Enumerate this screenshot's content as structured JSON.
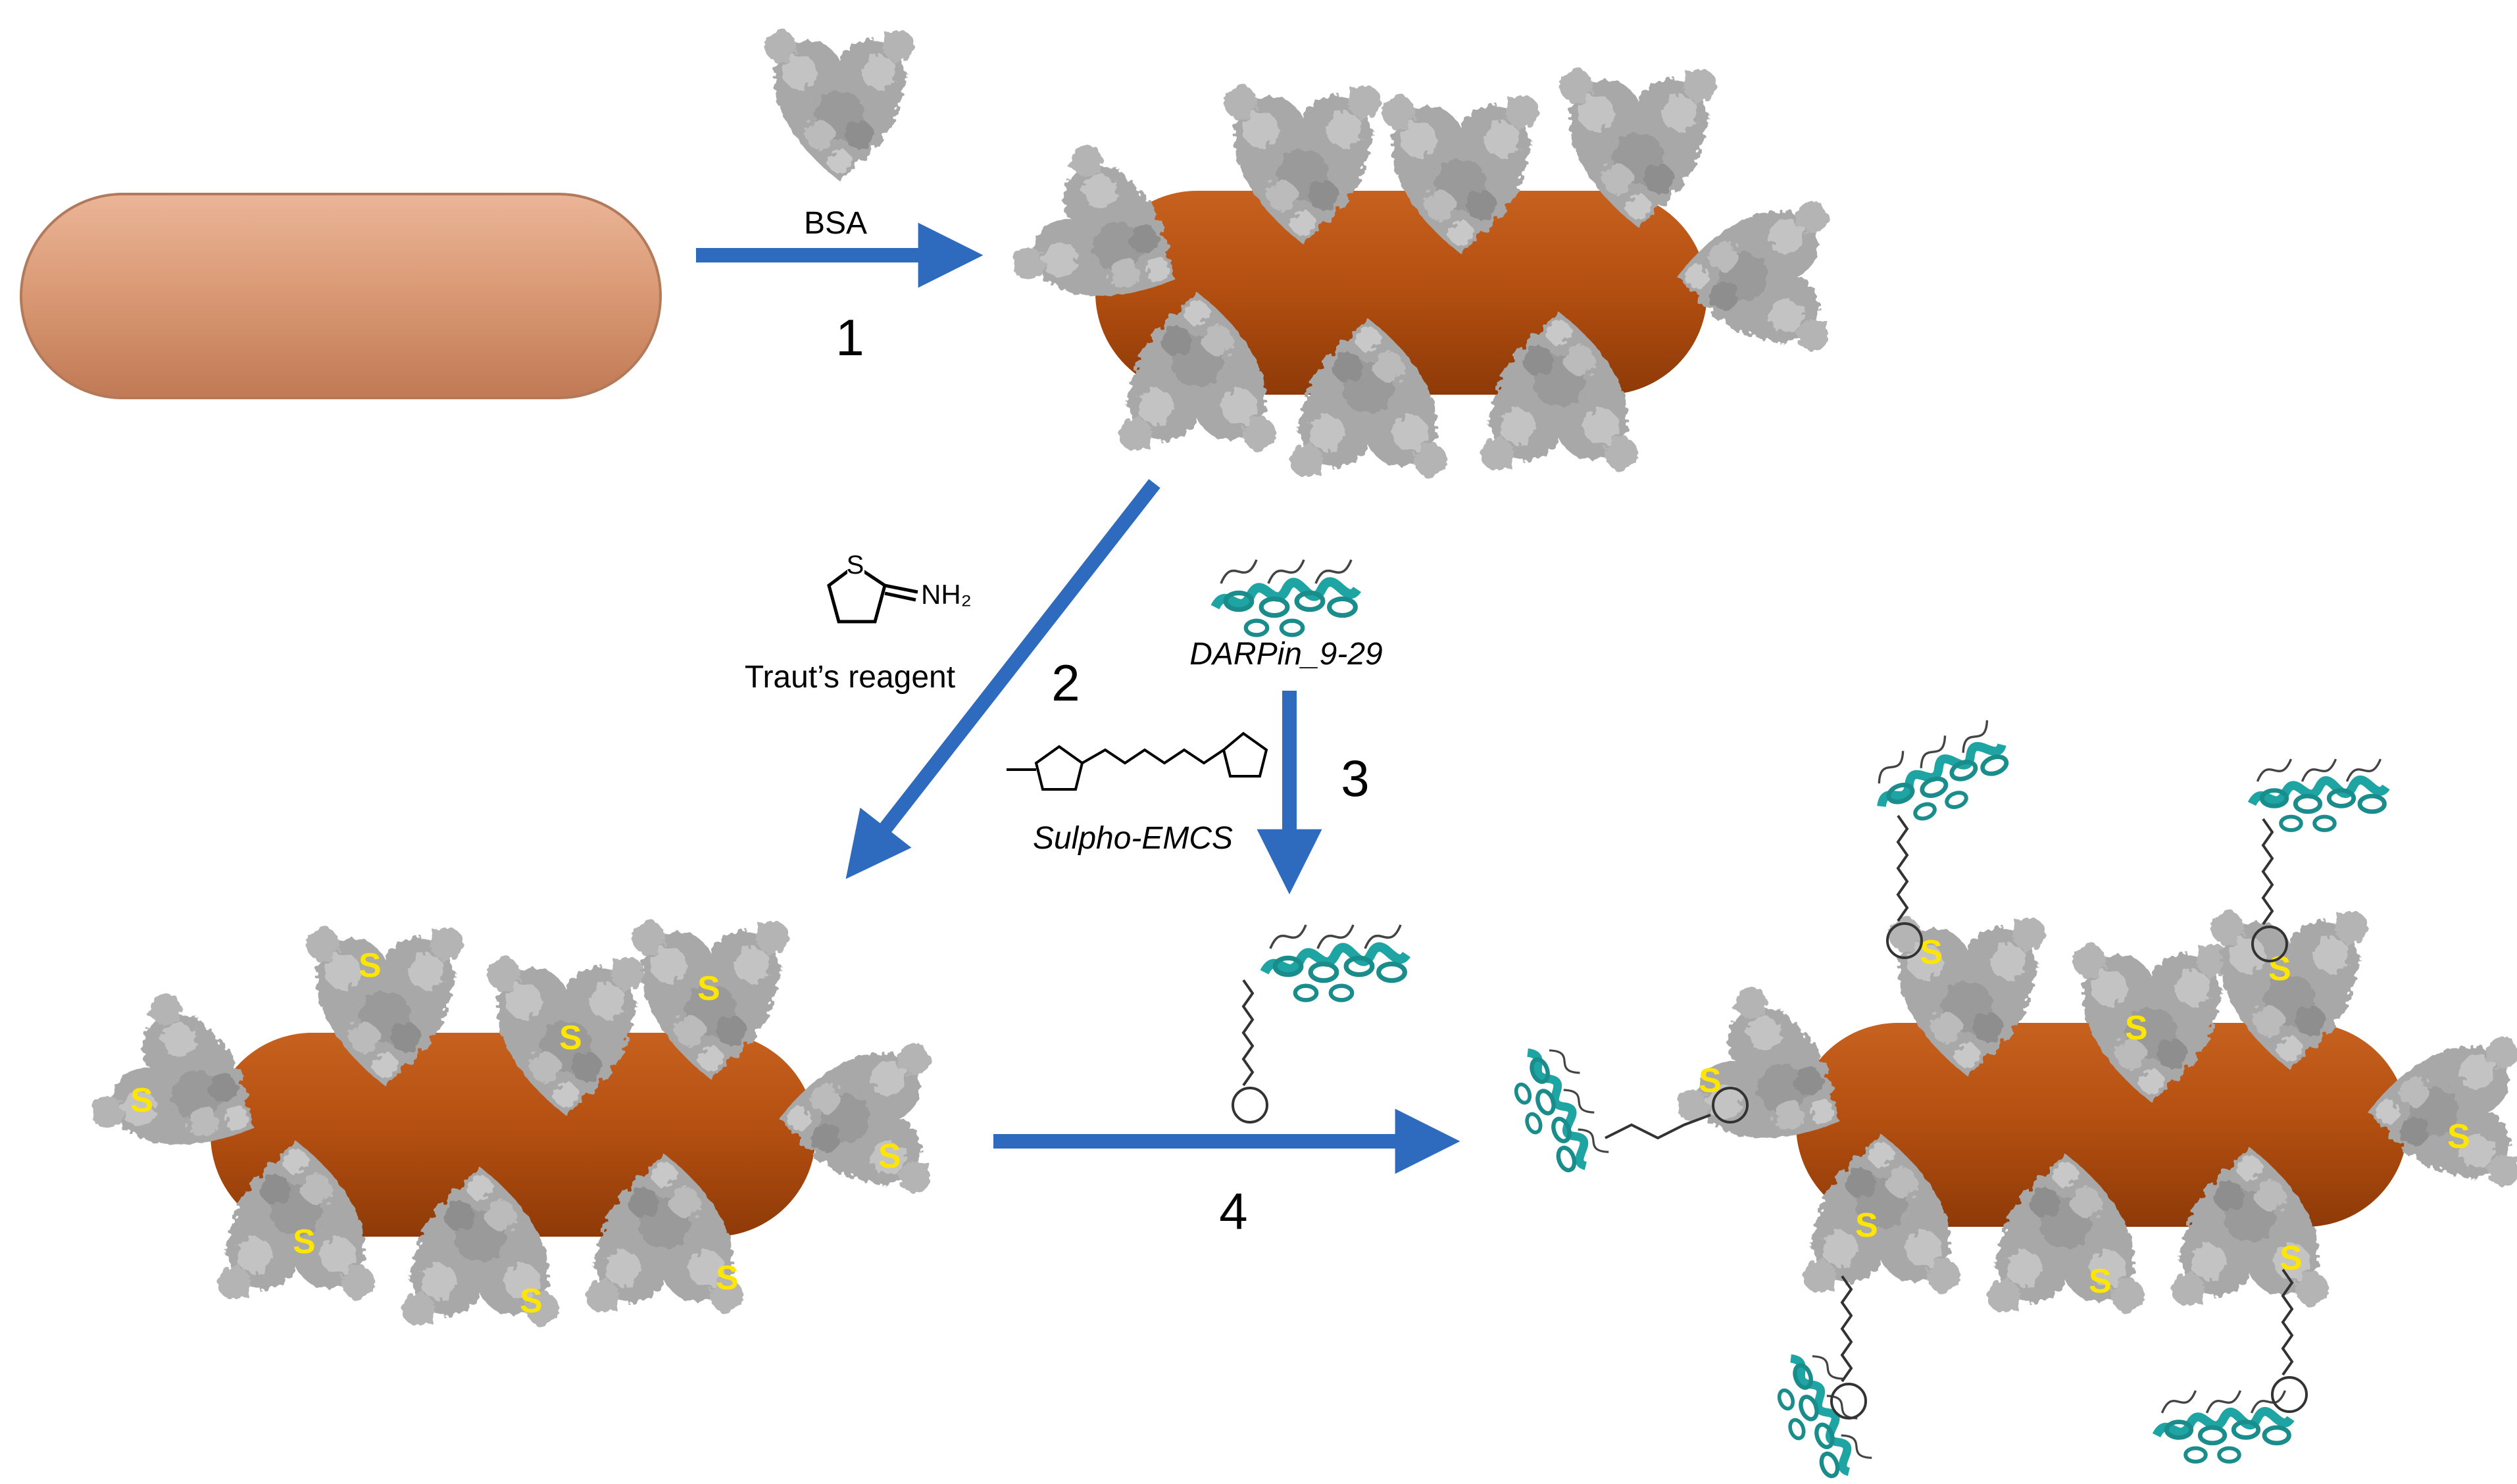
{
  "labels": {
    "bsa": "BSA",
    "traut": "Traut’s reagent",
    "traut_formula": "NH₂",
    "traut_ring_atom": "S",
    "darpin": "DARPin_9-29",
    "sulpho": "Sulpho-EMCS",
    "sulfur": "S"
  },
  "steps": [
    "1",
    "2",
    "3",
    "4"
  ],
  "colors": {
    "arrow": "#2e6bbf",
    "nanorod_bare": "#d99873",
    "nanorod_coated": "#b24e10",
    "protein": "#a8a8a8",
    "darpin": "#1fa4a4",
    "sulfur": "#ffe600"
  }
}
